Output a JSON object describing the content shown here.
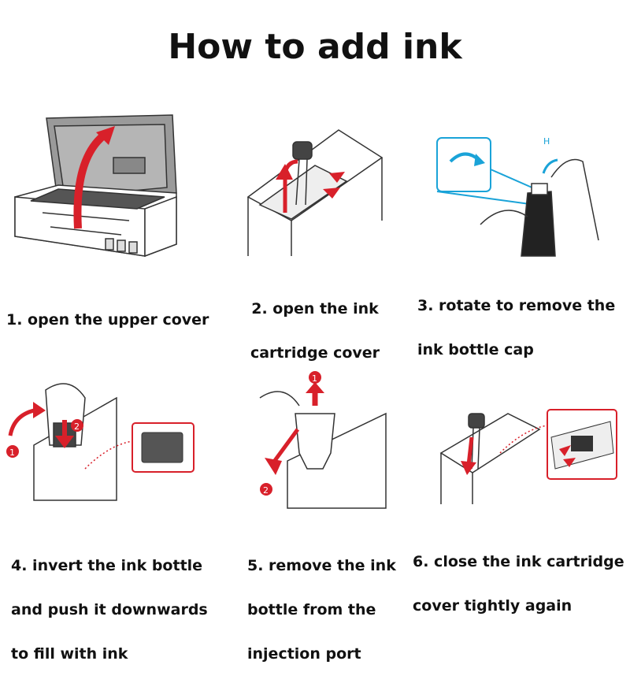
{
  "title": "How to add ink",
  "steps": [
    {
      "lines": [
        "1. open the upper cover"
      ]
    },
    {
      "lines": [
        "2. open the ink",
        "cartridge cover"
      ]
    },
    {
      "lines": [
        "3. rotate to remove the",
        "ink bottle cap"
      ]
    },
    {
      "lines": [
        "4. invert the ink bottle",
        "and push it downwards",
        "to fill with ink"
      ]
    },
    {
      "lines": [
        "5. remove the ink",
        "bottle from the",
        "injection port"
      ]
    },
    {
      "lines": [
        "6. close the ink cartridge",
        "cover tightly again"
      ]
    }
  ],
  "labels": {
    "bottle_mark": "H",
    "num_1": "1",
    "num_2": "2"
  },
  "colors": {
    "accent": "#d8202a",
    "light_accent": "#1aa3d8",
    "line": "#333333",
    "panel": "#999999"
  }
}
